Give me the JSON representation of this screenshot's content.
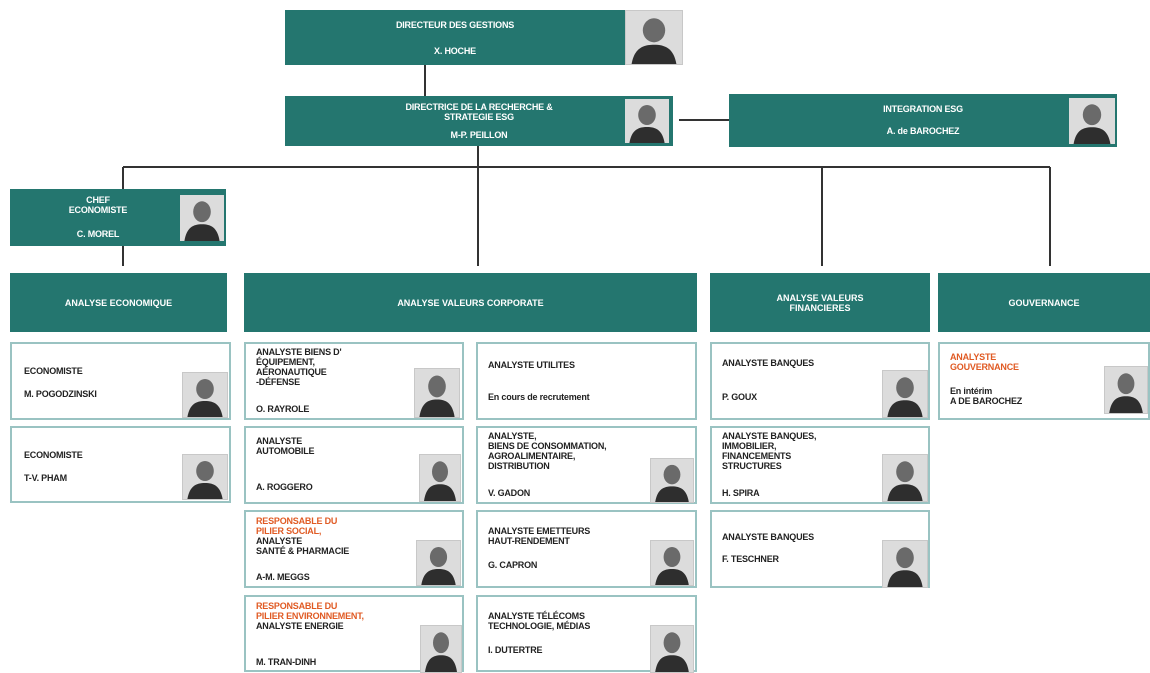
{
  "top": {
    "directeur": {
      "title": "DIRECTEUR DES GESTIONS",
      "name": "X. HOCHE"
    },
    "directrice": {
      "title": "DIRECTRICE DE LA RECHERCHE &\nSTRATEGIE ESG",
      "name": "M-P. PEILLON"
    },
    "integration": {
      "title": "INTEGRATION ESG",
      "name": "A. de BAROCHEZ"
    },
    "chef": {
      "title": "CHEF\nECONOMISTE",
      "name": "C. MOREL"
    }
  },
  "headers": {
    "economique": "ANALYSE ECONOMIQUE",
    "corporate": "ANALYSE VALEURS CORPORATE",
    "financieres": "ANALYSE VALEURS\nFINANCIERES",
    "gouvernance": "GOUVERNANCE"
  },
  "economique": [
    {
      "title": "ECONOMISTE",
      "name": "M. POGODZINSKI"
    },
    {
      "title": "ECONOMISTE",
      "name": "T-V. PHAM"
    }
  ],
  "corporate_left": [
    {
      "title": "ANALYSTE BIENS D'\nÉQUIPEMENT,\nAÉRONAUTIQUE\n-DÉFENSE",
      "name": "O. RAYROLE"
    },
    {
      "title": "ANALYSTE\nAUTOMOBILE",
      "name": "A. ROGGERO"
    },
    {
      "highlight": "RESPONSABLE DU\nPILIER SOCIAL,",
      "title": "ANALYSTE\nSANTÉ & PHARMACIE",
      "name": "A-M. MEGGS"
    },
    {
      "highlight": "RESPONSABLE DU\nPILIER ENVIRONNEMENT,",
      "title": "ANALYSTE ENERGIE",
      "name": "M. TRAN-DINH"
    }
  ],
  "corporate_right": [
    {
      "title": "ANALYSTE UTILITES",
      "name": "En cours de recrutement"
    },
    {
      "title": "ANALYSTE,\nBIENS DE CONSOMMATION,\nAGROALIMENTAIRE,\nDISTRIBUTION",
      "name": "V. GADON"
    },
    {
      "title": "ANALYSTE EMETTEURS\nHAUT-RENDEMENT",
      "name": "G. CAPRON"
    },
    {
      "title": "ANALYSTE TÉLÉCOMS\nTECHNOLOGIE, MÉDIAS",
      "name": "I. DUTERTRE"
    }
  ],
  "financieres": [
    {
      "title": "ANALYSTE BANQUES",
      "name": "P. GOUX"
    },
    {
      "title": "ANALYSTE BANQUES,\nIMMOBILIER,\nFINANCEMENTS\nSTRUCTURES",
      "name": "H. SPIRA"
    },
    {
      "title": "ANALYSTE BANQUES",
      "name": "F. TESCHNER"
    }
  ],
  "gouvernance": [
    {
      "highlight": "ANALYSTE\nGOUVERNANCE",
      "title": "En intérim\nA DE BAROCHEZ"
    }
  ],
  "colors": {
    "teal": "#24766f",
    "card_border": "#9ac3c2",
    "highlight": "#e05a23",
    "line": "#333333"
  },
  "icons": {
    "portrait": "person-silhouette-icon"
  }
}
